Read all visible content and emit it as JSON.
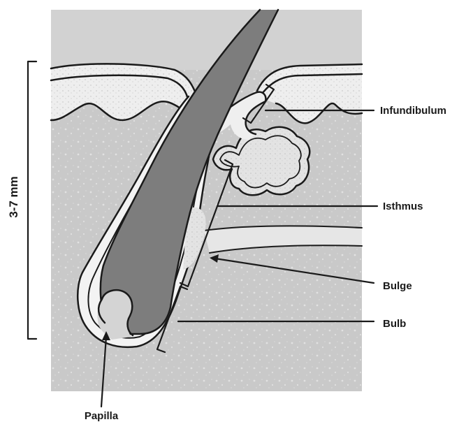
{
  "labels": {
    "scale": "3-7 mm",
    "infundibulum": "Infundibulum",
    "isthmus": "Isthmus",
    "bulge": "Bulge",
    "bulb": "Bulb",
    "papilla": "Papilla"
  },
  "colors": {
    "dermis": "#c9c9c9",
    "epidermis": "#e9e9e9",
    "hair_shaft": "#7d7d7d",
    "sheath": "#f4f4f4",
    "gland": "#dcdcdc",
    "ink": "#1a1a1a"
  }
}
